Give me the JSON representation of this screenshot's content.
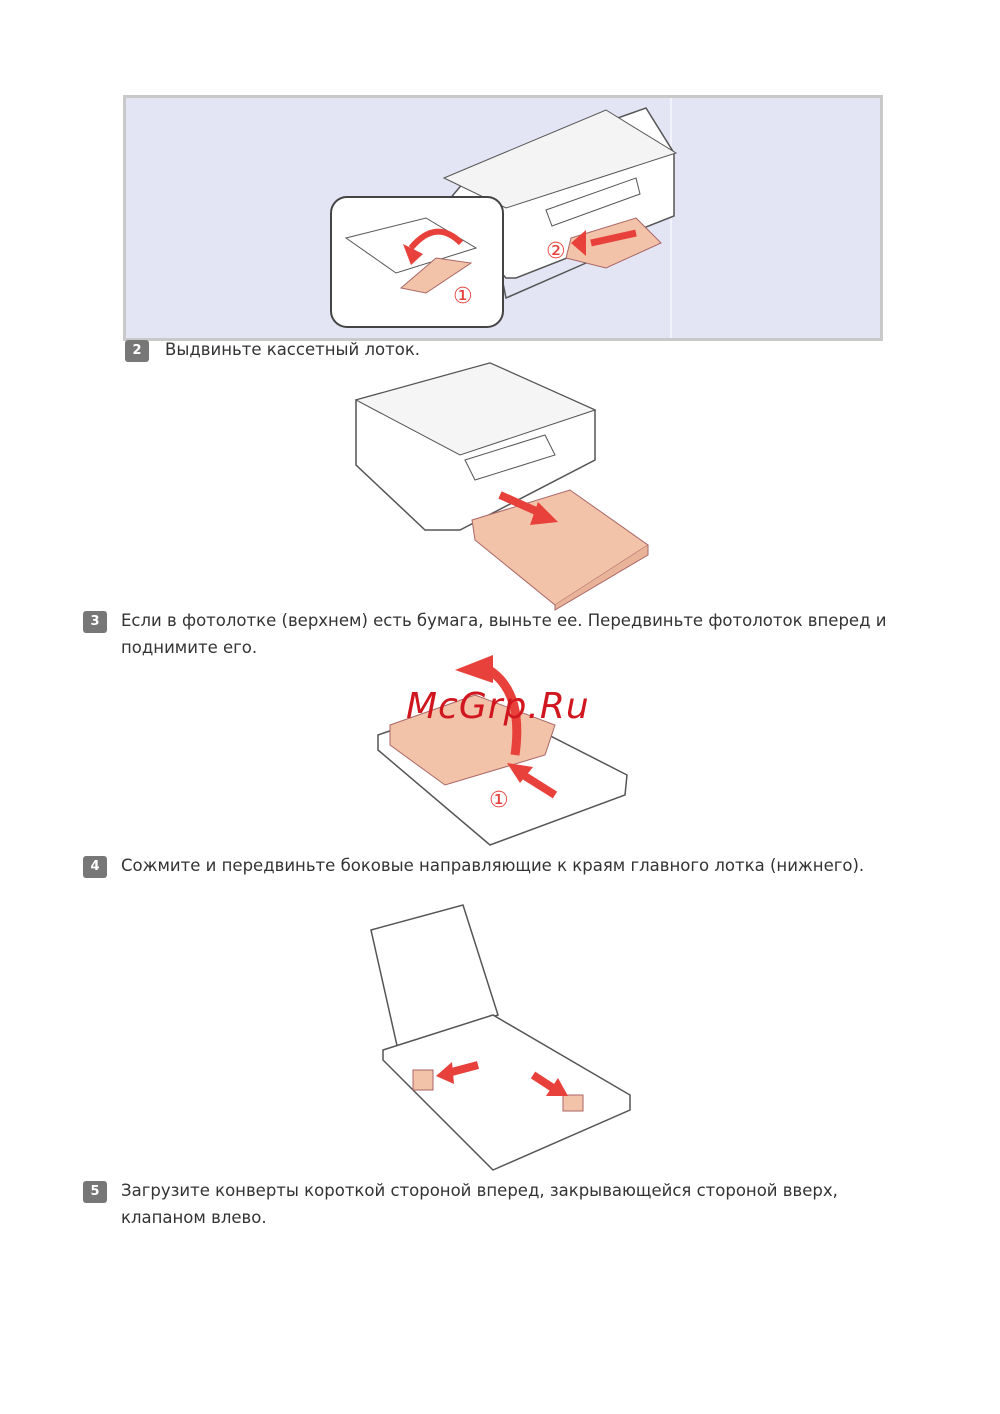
{
  "steps": [
    {
      "number": "2",
      "text": "Выдвиньте кассетный лоток."
    },
    {
      "number": "3",
      "text": "Если в фотолотке (верхнем) есть бумага, выньте ее. Передвиньте фотолоток вперед и поднимите его."
    },
    {
      "number": "4",
      "text": "Сожмите и передвиньте боковые направляющие к краям главного лотка (нижнего)."
    },
    {
      "number": "5",
      "text": "Загрузите конверты короткой стороной вперед, закрывающейся стороной вверх, клапаном влево."
    }
  ],
  "figure1": {
    "callout_1": "①",
    "callout_2": "②"
  },
  "figure3": {
    "callout_1": "①"
  },
  "watermark": "McGrp.Ru",
  "colors": {
    "arrow": "#e8413b",
    "tray": "#f2c3a8",
    "figure_bg": "#e3e5f5"
  }
}
